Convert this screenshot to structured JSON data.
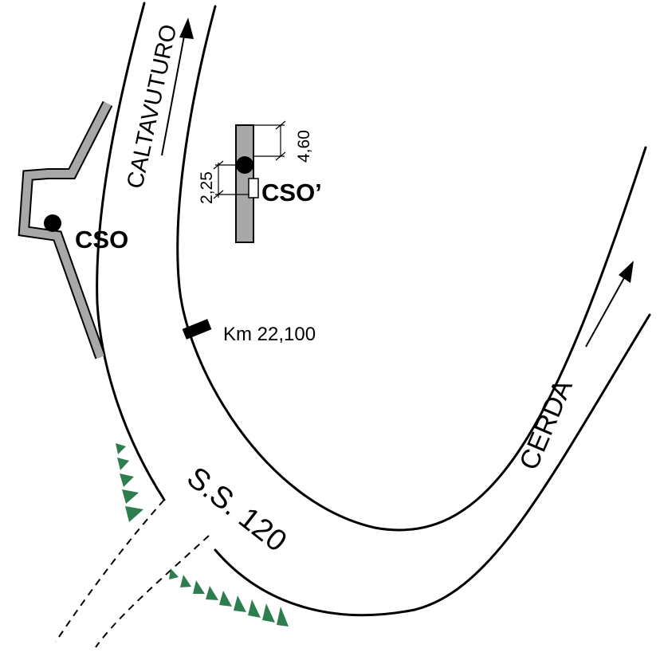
{
  "labels": {
    "road_north": "CALTAVUTURO",
    "road_east": "CERDA",
    "highway": "S.S. 120",
    "km_marker": "Km 22,100",
    "station_main": "CSO",
    "station_alt": "CSO’",
    "dim_upper": "4,60",
    "dim_lower": "2,25"
  },
  "colors": {
    "road": "#000000",
    "structure": "#a8a8a8",
    "embankment": "#2e7d4f"
  },
  "icons": [
    "arrow-north-icon",
    "arrow-east-icon",
    "station-dot-icon",
    "km-marker-icon",
    "embankment-tick-icon"
  ]
}
